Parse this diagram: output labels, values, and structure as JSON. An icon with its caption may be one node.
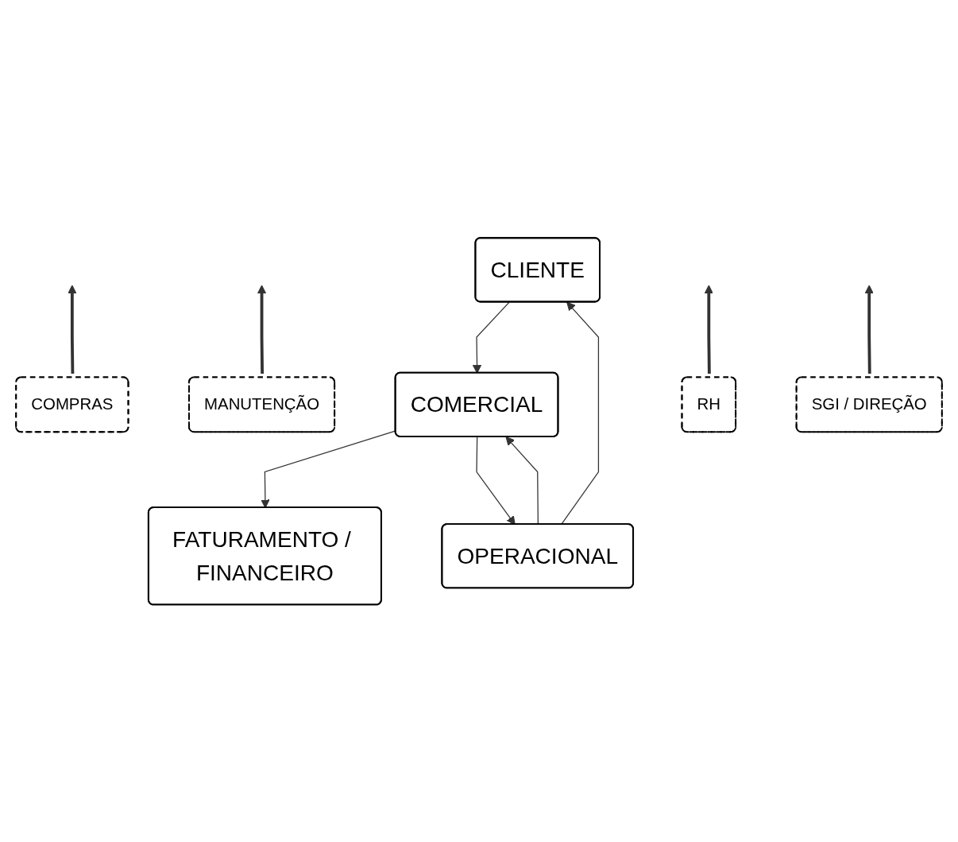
{
  "diagram": {
    "nodes": [
      {
        "text": [
          "CLIENTE"
        ]
      },
      {
        "text": [
          "COMERCIAL"
        ]
      },
      {
        "text": [
          "FATURAMENTO / FINANCEIRO"
        ]
      },
      {
        "text": [
          "OPERACIONAL"
        ]
      },
      {
        "text": [
          "COMPRAS"
        ]
      },
      {
        "text": [
          "MANUTENÇÃO"
        ]
      },
      {
        "text": [
          "RH"
        ]
      },
      {
        "text": [
          "SGI / DIREÇÃO"
        ]
      }
    ],
    "edges": [
      {
        "from": 0,
        "to": 1,
        "arrow": "to"
      },
      {
        "from": 1,
        "to": 2,
        "arrow": "to"
      },
      {
        "from": 1,
        "to": 3,
        "arrow": "to"
      },
      {
        "from": 3,
        "to": 0,
        "arrow": "to"
      },
      {
        "from": 3,
        "to": 1,
        "arrow": "to"
      },
      {
        "from": 4,
        "to": null,
        "arrow": "to",
        "style": "thick"
      },
      {
        "from": 5,
        "to": null,
        "arrow": "to",
        "style": "thick"
      },
      {
        "from": 6,
        "to": null,
        "arrow": "to",
        "style": "thick"
      },
      {
        "from": 7,
        "to": null,
        "arrow": "to",
        "style": "thick"
      }
    ]
  }
}
